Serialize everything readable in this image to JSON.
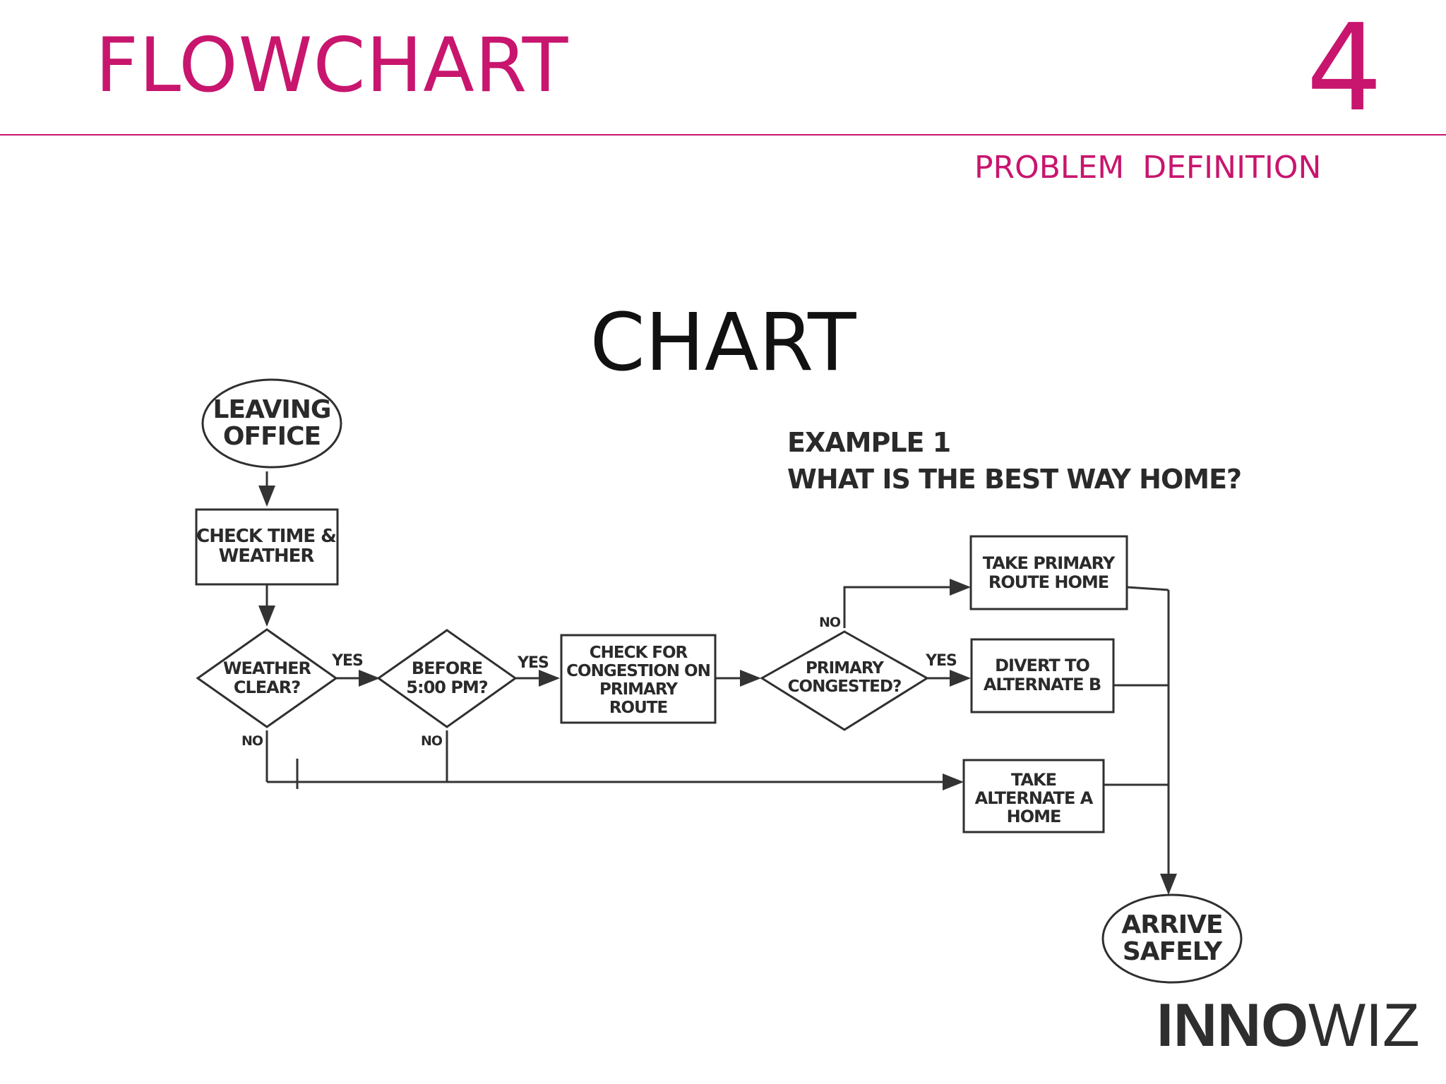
{
  "header": {
    "title": "FLOWCHART",
    "slide_number": "4",
    "subtitle": "PROBLEM  DEFINITION",
    "accent_color": "#c8156e"
  },
  "main": {
    "heading": "CHART"
  },
  "flowchart": {
    "example": "EXAMPLE  1",
    "question": "WHAT IS THE BEST WAY HOME?",
    "nodes": {
      "start": [
        "LEAVING",
        "OFFICE"
      ],
      "check_time": [
        "CHECK TIME &",
        "WEATHER"
      ],
      "weather_clear": [
        "WEATHER",
        "CLEAR?"
      ],
      "before_five": [
        "BEFORE",
        "5:00 PM?"
      ],
      "check_congestion": [
        "CHECK FOR",
        "CONGESTION ON",
        "PRIMARY",
        "ROUTE"
      ],
      "primary_congested": [
        "PRIMARY",
        "CONGESTED?"
      ],
      "take_primary": [
        "TAKE PRIMARY",
        "ROUTE HOME"
      ],
      "divert_b": [
        "DIVERT TO",
        "ALTERNATE B"
      ],
      "take_alt_a": [
        "TAKE",
        "ALTERNATE A",
        "HOME"
      ],
      "end": [
        "ARRIVE",
        "SAFELY"
      ]
    },
    "labels": {
      "yes": "YES",
      "no": "NO"
    }
  },
  "footer": {
    "brand_bold": "INNO",
    "brand_light": "WIZ"
  }
}
